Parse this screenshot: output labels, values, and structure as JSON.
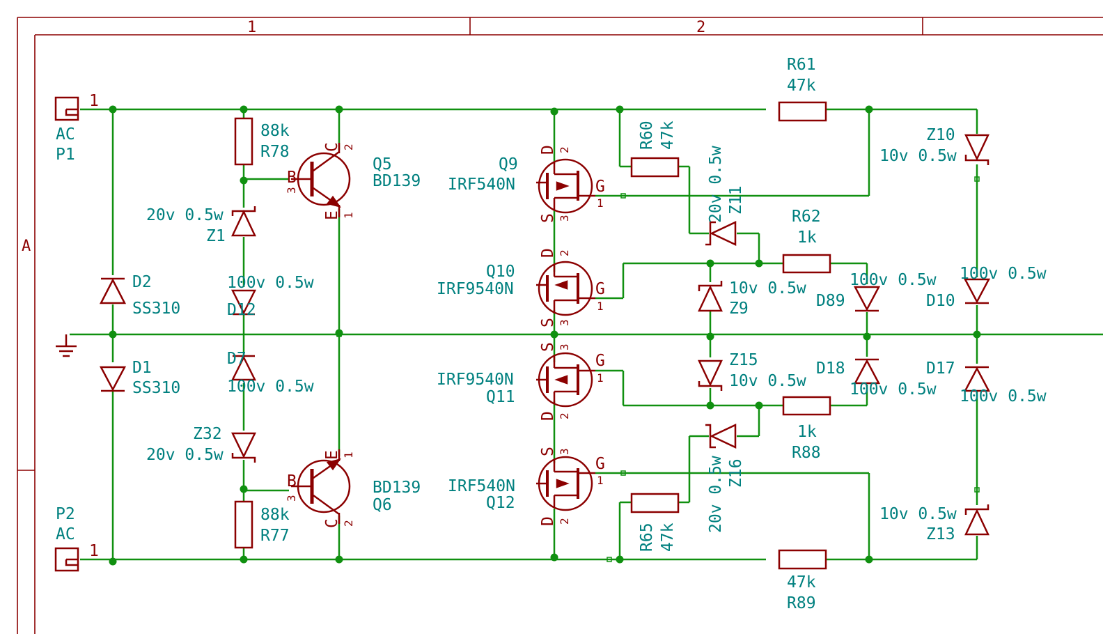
{
  "frame": {
    "columns": [
      "1",
      "2"
    ],
    "rows": [
      "A"
    ]
  },
  "connectors": {
    "p1": {
      "ref": "P1",
      "value": "AC",
      "pin": "1"
    },
    "p2": {
      "ref": "P2",
      "value": "AC",
      "pin": "1"
    }
  },
  "diodes": {
    "d1": {
      "ref": "D1",
      "value": "SS310"
    },
    "d2": {
      "ref": "D2",
      "value": "SS310"
    },
    "d7": {
      "ref": "D7",
      "value": "100v 0.5w"
    },
    "d12": {
      "ref": "D12",
      "value": "100v 0.5w"
    },
    "d89": {
      "ref": "D89",
      "value": "100v 0.5w"
    },
    "d18": {
      "ref": "D18",
      "value": "100v 0.5w"
    },
    "d10": {
      "ref": "D10",
      "value": "100v 0.5w"
    },
    "d17": {
      "ref": "D17",
      "value": "100v 0.5w"
    }
  },
  "zeners": {
    "z1": {
      "ref": "Z1",
      "value": "20v 0.5w"
    },
    "z32": {
      "ref": "Z32",
      "value": "20v 0.5w"
    },
    "z11": {
      "ref": "Z11",
      "value": "20v 0.5w"
    },
    "z16": {
      "ref": "Z16",
      "value": "20v 0.5w"
    },
    "z9": {
      "ref": "Z9",
      "value": "10v 0.5w"
    },
    "z15": {
      "ref": "Z15",
      "value": "10v 0.5w"
    },
    "z10": {
      "ref": "Z10",
      "value": "10v 0.5w"
    },
    "z13": {
      "ref": "Z13",
      "value": "10v 0.5w"
    }
  },
  "resistors": {
    "r78": {
      "ref": "R78",
      "value": "88k"
    },
    "r77": {
      "ref": "R77",
      "value": "88k"
    },
    "r60": {
      "ref": "R60",
      "value": "47k"
    },
    "r65": {
      "ref": "R65",
      "value": "47k"
    },
    "r61": {
      "ref": "R61",
      "value": "47k"
    },
    "r89": {
      "ref": "R89",
      "value": "47k"
    },
    "r62": {
      "ref": "R62",
      "value": "1k"
    },
    "r88": {
      "ref": "R88",
      "value": "1k"
    }
  },
  "bjts": {
    "q5": {
      "ref": "Q5",
      "value": "BD139",
      "pins": {
        "b": "B",
        "c": "C",
        "e": "E",
        "n1": "1",
        "n2": "2",
        "n3": "3"
      }
    },
    "q6": {
      "ref": "Q6",
      "value": "BD139",
      "pins": {
        "b": "B",
        "c": "C",
        "e": "E",
        "n1": "1",
        "n2": "2",
        "n3": "3"
      }
    }
  },
  "mosfets": {
    "q9": {
      "ref": "Q9",
      "value": "IRF540N",
      "pins": {
        "d": "D",
        "s": "S",
        "g": "G",
        "n1": "1",
        "n2": "2",
        "n3": "3"
      }
    },
    "q10": {
      "ref": "Q10",
      "value": "IRF9540N",
      "pins": {
        "d": "D",
        "s": "S",
        "g": "G",
        "n1": "1",
        "n2": "2",
        "n3": "3"
      }
    },
    "q11": {
      "ref": "Q11",
      "value": "IRF9540N",
      "pins": {
        "d": "D",
        "s": "S",
        "g": "G",
        "n1": "1",
        "n2": "2",
        "n3": "3"
      }
    },
    "q12": {
      "ref": "Q12",
      "value": "IRF540N",
      "pins": {
        "d": "D",
        "s": "S",
        "g": "G",
        "n1": "1",
        "n2": "2",
        "n3": "3"
      }
    }
  },
  "colors": {
    "wire": "#109010",
    "symbol": "#8b0000",
    "label": "#00807f"
  }
}
